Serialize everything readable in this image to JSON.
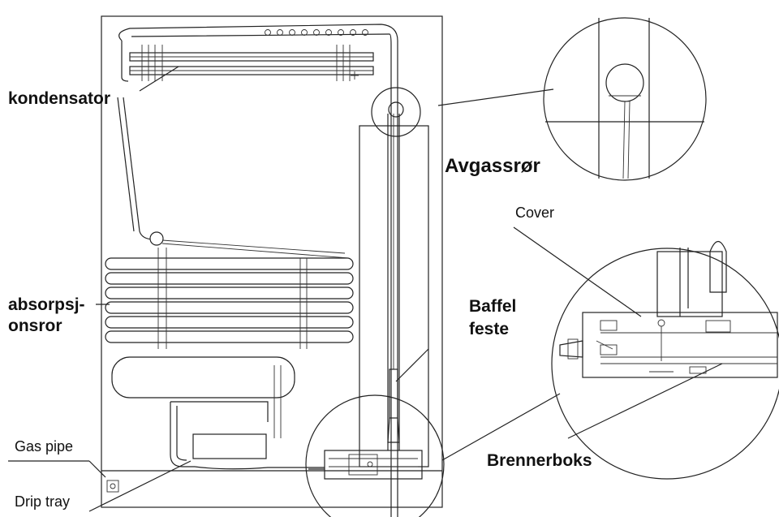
{
  "labels": {
    "kondensator": "kondensator",
    "avgassror": "Avgassrør",
    "cover": "Cover",
    "absorpsjonsror_line1": "absorpsj-",
    "absorpsjonsror_line2": "onsror",
    "baffel_line1": "Baffel",
    "baffel_line2": "feste",
    "gas_pipe": "Gas pipe",
    "brennerboks": "Brennerboks",
    "drip_tray": "Drip tray"
  }
}
